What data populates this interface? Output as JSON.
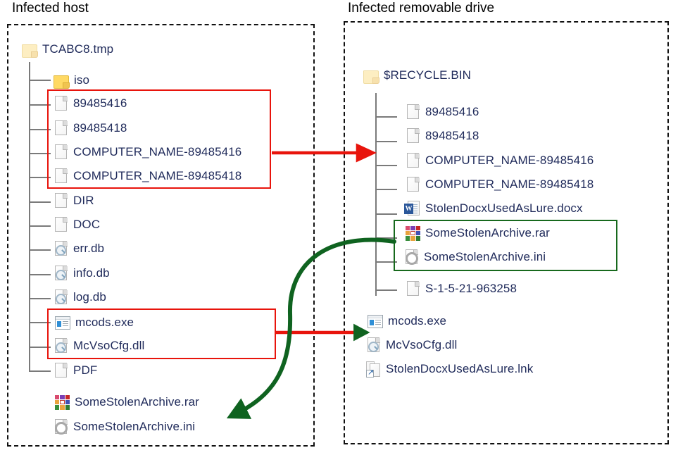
{
  "panels": {
    "host": {
      "title": "Infected host",
      "root": {
        "label": "TCABC8.tmp",
        "icon": "folder-icon-pale"
      },
      "items": [
        {
          "label": "iso",
          "icon": "folder-icon"
        },
        {
          "label": "89485416",
          "icon": "file-icon"
        },
        {
          "label": "89485418",
          "icon": "file-icon"
        },
        {
          "label": "COMPUTER_NAME-89485416",
          "icon": "file-icon"
        },
        {
          "label": "COMPUTER_NAME-89485418",
          "icon": "file-icon"
        },
        {
          "label": "DIR",
          "icon": "file-icon"
        },
        {
          "label": "DOC",
          "icon": "file-icon"
        },
        {
          "label": "err.db",
          "icon": "db-file-icon"
        },
        {
          "label": "info.db",
          "icon": "db-file-icon"
        },
        {
          "label": "log.db",
          "icon": "db-file-icon"
        },
        {
          "label": "mcods.exe",
          "icon": "executable-icon"
        },
        {
          "label": "McVsoCfg.dll",
          "icon": "db-file-icon"
        },
        {
          "label": "PDF",
          "icon": "file-icon"
        }
      ],
      "loose": [
        {
          "label": "SomeStolenArchive.rar",
          "icon": "rar-archive-icon"
        },
        {
          "label": "SomeStolenArchive.ini",
          "icon": "ini-file-icon"
        }
      ]
    },
    "drive": {
      "title": "Infected removable drive",
      "root": {
        "label": "$RECYCLE.BIN",
        "icon": "folder-icon-pale"
      },
      "items": [
        {
          "label": "89485416",
          "icon": "file-icon"
        },
        {
          "label": "89485418",
          "icon": "file-icon"
        },
        {
          "label": "COMPUTER_NAME-89485416",
          "icon": "file-icon"
        },
        {
          "label": "COMPUTER_NAME-89485418",
          "icon": "file-icon"
        },
        {
          "label": "StolenDocxUsedAsLure.docx",
          "icon": "word-document-icon"
        },
        {
          "label": "SomeStolenArchive.rar",
          "icon": "rar-archive-icon"
        },
        {
          "label": "SomeStolenArchive.ini",
          "icon": "ini-file-icon"
        },
        {
          "label": "S-1-5-21-963258",
          "icon": "file-icon"
        }
      ],
      "loose": [
        {
          "label": "mcods.exe",
          "icon": "executable-icon"
        },
        {
          "label": "McVsoCfg.dll",
          "icon": "db-file-icon"
        },
        {
          "label": "StolenDocxUsedAsLure.lnk",
          "icon": "shortcut-icon"
        }
      ]
    }
  },
  "colors": {
    "red_highlight": "#e8140c",
    "green_highlight": "#17691d",
    "folder_yellow": "#ffd964",
    "folder_pale": "#fdeec2",
    "label_text": "#1f2a5a",
    "tree_line": "#7a7a7a",
    "panel_border": "#111111"
  },
  "annotations": {
    "red_arrow_upper": "copies-dropped-files-to-removable-drive",
    "red_arrow_lower": "copies-payload-binaries-to-removable-drive",
    "green_arrow": "collects-stolen-archive-back-to-host"
  },
  "rar_palette": [
    "#d94b6e",
    "#7b3fb5",
    "#c62828",
    "#3f51b5",
    "#e8a33d",
    "#c2185b",
    "#388e3c",
    "#1565c0",
    "#2e7d32"
  ]
}
